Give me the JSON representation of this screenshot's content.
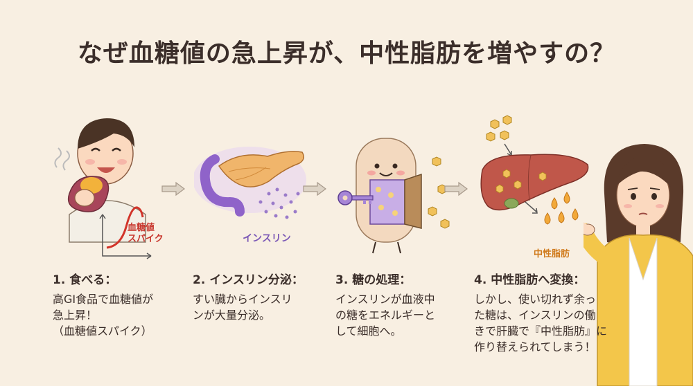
{
  "title": "なぜ血糖値の急上昇が、中性脂肪を増やすの？",
  "steps": [
    {
      "heading": "1. 食べる：",
      "lines": [
        "高GI食品で血糖値が",
        "急上昇！",
        "（血糖値スパイク）"
      ],
      "graph_label": [
        "血糖値",
        "スパイク"
      ]
    },
    {
      "heading": "2. インスリン分泌：",
      "lines": [
        "すい臓からインスリ",
        "ンが大量分泌。"
      ],
      "organ_label": "インスリン"
    },
    {
      "heading": "3. 糖の処理：",
      "lines": [
        "インスリンが血液中",
        "の糖をエネルギーと",
        "して細胞へ。"
      ]
    },
    {
      "heading": "4. 中性脂肪へ変換：",
      "lines": [
        "しかし、使い切れず余っ",
        "た糖は、インスリンの働",
        "きで肝臓で『中性脂肪』に",
        "作り替えられてしまう！"
      ],
      "fat_label": "中性脂肪"
    }
  ],
  "colors": {
    "background": "#f8efe2",
    "spike_red": "#c8372e",
    "insulin_purple": "#7b58b6",
    "fat_orange": "#d07a1b",
    "liver": "#c0574a"
  }
}
